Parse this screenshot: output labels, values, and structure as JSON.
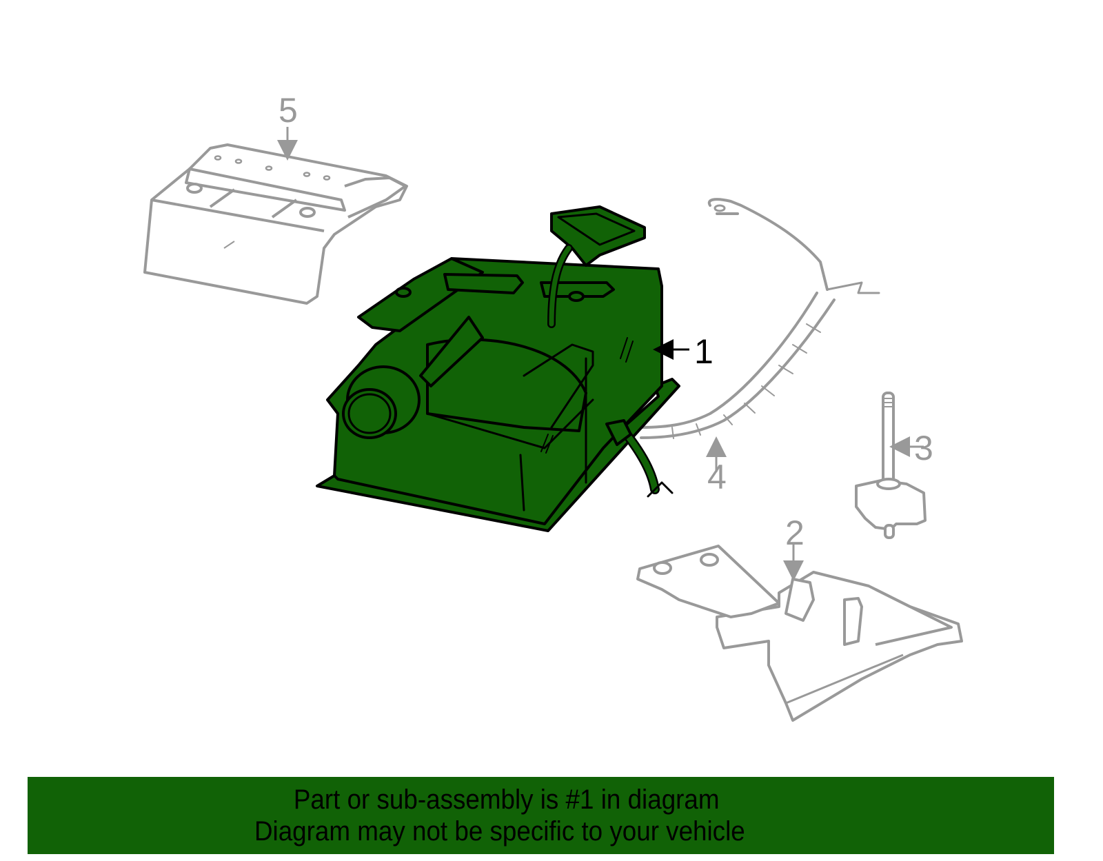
{
  "diagram": {
    "highlight_color": "#116206",
    "outline_color": "#000000",
    "inactive_color": "#999999",
    "callouts": [
      {
        "id": "1",
        "label": "1",
        "highlighted": true
      },
      {
        "id": "2",
        "label": "2",
        "highlighted": false
      },
      {
        "id": "3",
        "label": "3",
        "highlighted": false
      },
      {
        "id": "4",
        "label": "4",
        "highlighted": false
      },
      {
        "id": "5",
        "label": "5",
        "highlighted": false
      }
    ]
  },
  "banner": {
    "background": "#116206",
    "line1": "Part or sub-assembly is #1 in diagram",
    "line2": "Diagram may not be specific to your vehicle"
  }
}
